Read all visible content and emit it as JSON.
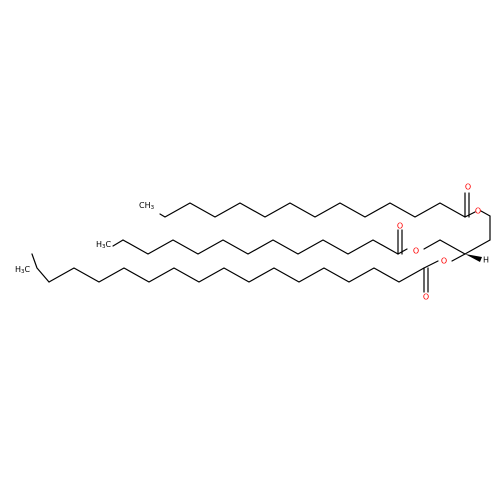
{
  "atoms": {
    "o_ester1": "O",
    "o_carbonyl1": "O",
    "o_ester2": "O",
    "o_carbonyl2": "O",
    "o_ester3": "O",
    "o_carbonyl3": "O",
    "h_stereo": "H",
    "ch3_top": "CH",
    "ch3_top_sub": "3",
    "h3c_mid": "H",
    "h3c_mid_sub": "3",
    "h3c_mid_c": "C",
    "h3c_bot": "H",
    "h3c_bot_sub": "3",
    "h3c_bot_c": "C"
  },
  "colors": {
    "oxygen": "#ff0000",
    "carbon": "#000000",
    "background": "#ffffff"
  }
}
